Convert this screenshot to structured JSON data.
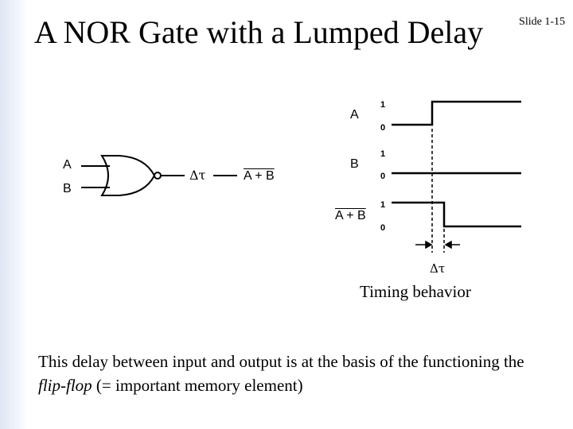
{
  "slide": {
    "title": "A NOR Gate with a Lumped Delay",
    "slide_number": "Slide 1-15"
  },
  "gate": {
    "input_a": "A",
    "input_b": "B",
    "delay_symbol": "Δτ",
    "output": "A + B"
  },
  "timing": {
    "signals": [
      {
        "name": "A",
        "high": "1",
        "low": "0"
      },
      {
        "name": "B",
        "high": "1",
        "low": "0"
      },
      {
        "name": "A + B",
        "high": "1",
        "low": "0"
      }
    ],
    "delay_label": "Δτ",
    "caption": "Timing behavior"
  },
  "body": {
    "text_before": "This delay between input and output is at the basis of the functioning  the ",
    "emphasis": "flip-flop",
    "text_after": " (= important memory element)"
  }
}
